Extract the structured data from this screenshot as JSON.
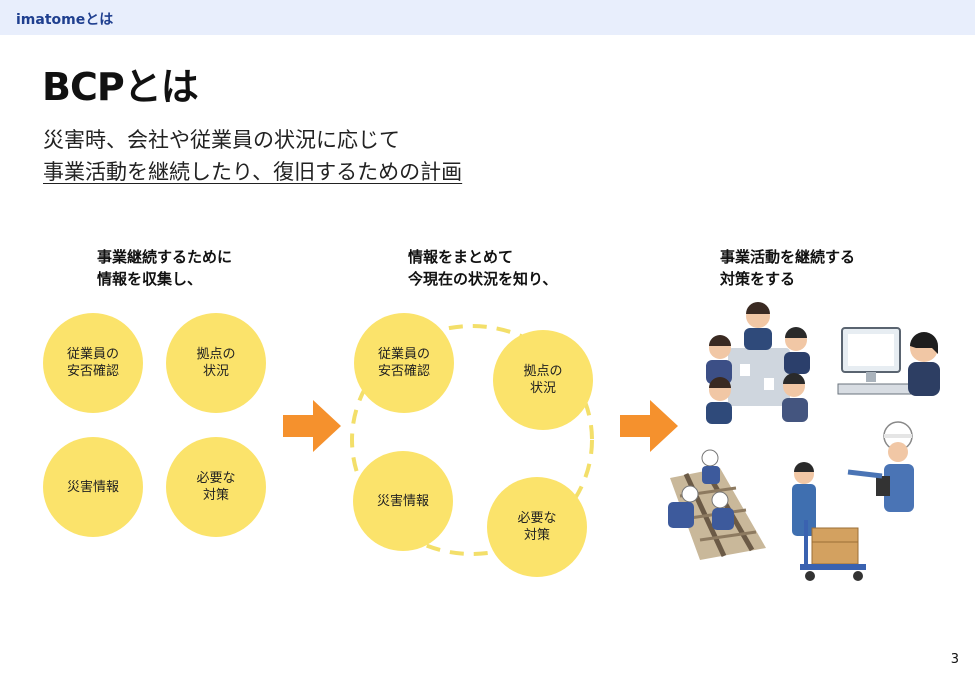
{
  "header": {
    "label": "imatomeとは"
  },
  "slide": {
    "title": "BCPとは",
    "lead_line1": "災害時、会社や従業員の状況に応じて",
    "lead_line2": "事業活動を継続したり、復旧するための計画"
  },
  "steps": [
    {
      "caption_line1": "事業継続するために",
      "caption_line2": "情報を収集し、",
      "circles": [
        "従業員の\n安否確認",
        "拠点の\n状況",
        "災害情報",
        "必要な\n対策"
      ]
    },
    {
      "caption_line1": "情報をまとめて",
      "caption_line2": "今現在の状況を知り、",
      "circles": [
        "従業員の\n安否確認",
        "拠点の\n状況",
        "災害情報",
        "必要な\n対策"
      ]
    },
    {
      "caption_line1": "事業活動を継続する",
      "caption_line2": "対策をする"
    }
  ],
  "colors": {
    "header_band": "#e8eefc",
    "header_text": "#1f3f8f",
    "circle_fill": "#fbe36b",
    "arrow": "#f5912d",
    "dash": "#f3df6a"
  },
  "icons": [
    "right-arrow-icon",
    "meeting-illustration",
    "office-worker-illustration",
    "railway-workers-illustration",
    "warehouse-workers-illustration"
  ],
  "page_number": "3"
}
